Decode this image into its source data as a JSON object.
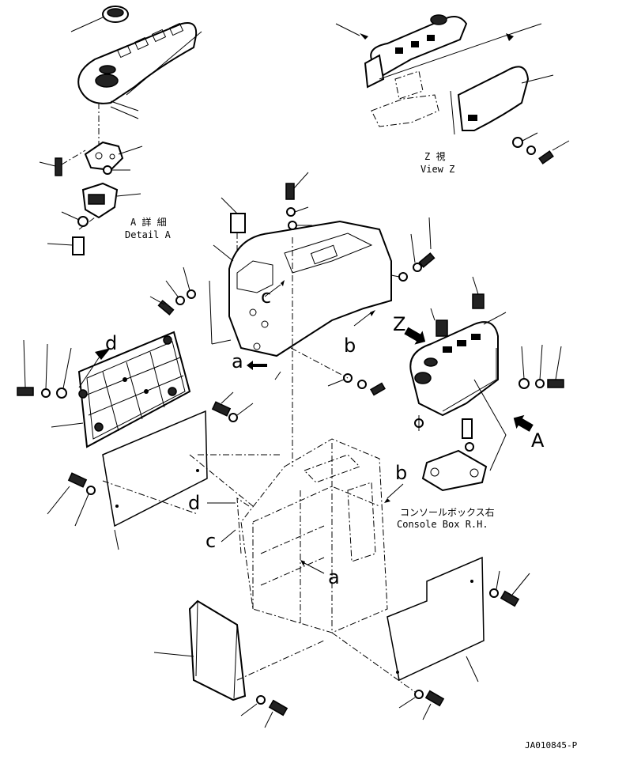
{
  "drawing": {
    "code": "JA010845-P"
  },
  "views": {
    "detail_a_jp": "A 詳 細",
    "detail_a_en": "Detail A",
    "view_z_jp": "Z 視",
    "view_z_en": "View Z"
  },
  "console_label": {
    "jp": "コンソールボックス右",
    "en": "Console Box R.H."
  },
  "view_markers": {
    "z": "Z",
    "a": "A"
  },
  "ref_letters": {
    "a_top": "a",
    "b_top": "b",
    "c_top": "c",
    "d_top": "d",
    "a_bottom": "a",
    "b_bottom": "b",
    "c_bottom": "c",
    "d_bottom": "d"
  }
}
